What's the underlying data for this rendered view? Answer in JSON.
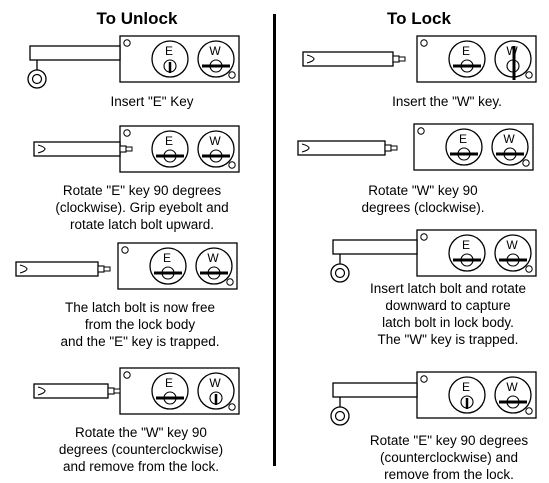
{
  "headings": {
    "unlock": "To Unlock",
    "lock": "To Lock"
  },
  "unlock_steps": [
    {
      "lines": [
        "Insert \"E\" Key"
      ]
    },
    {
      "lines": [
        "Rotate \"E\" key 90 degrees",
        "(clockwise).  Grip eyebolt and",
        "rotate latch bolt upward."
      ]
    },
    {
      "lines": [
        "The latch bolt is now free",
        "from the lock body",
        "and the \"E\" key is trapped."
      ]
    },
    {
      "lines": [
        "Rotate the \"W\" key 90",
        "degrees (counterclockwise)",
        "and remove from the lock."
      ]
    }
  ],
  "lock_steps": [
    {
      "lines": [
        "Insert the \"W\" key."
      ]
    },
    {
      "lines": [
        "Rotate \"W\" key 90",
        "degrees (clockwise)."
      ]
    },
    {
      "lines": [
        "Insert latch bolt and rotate",
        "downward to capture",
        "latch bolt in lock body.",
        "The \"W\" key is trapped."
      ]
    },
    {
      "lines": [
        "Rotate \"E\" key 90 degrees",
        "(counterclockwise) and",
        "remove from the lock."
      ]
    }
  ],
  "lock_labels": {
    "e": "E",
    "w": "W"
  }
}
